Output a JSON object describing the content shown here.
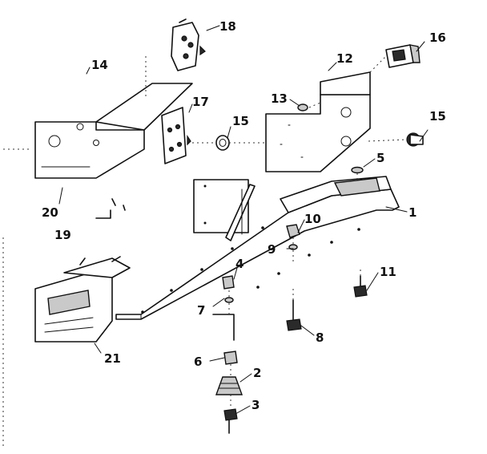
{
  "diagram": {
    "callouts": [
      {
        "id": "1",
        "text": "1"
      },
      {
        "id": "2",
        "text": "2"
      },
      {
        "id": "3",
        "text": "3"
      },
      {
        "id": "4",
        "text": "4"
      },
      {
        "id": "5",
        "text": "5"
      },
      {
        "id": "6",
        "text": "6"
      },
      {
        "id": "7",
        "text": "7"
      },
      {
        "id": "8",
        "text": "8"
      },
      {
        "id": "9",
        "text": "9"
      },
      {
        "id": "10",
        "text": "10"
      },
      {
        "id": "11",
        "text": "11"
      },
      {
        "id": "12",
        "text": "12"
      },
      {
        "id": "13",
        "text": "13"
      },
      {
        "id": "14",
        "text": "14"
      },
      {
        "id": "15a",
        "text": "15"
      },
      {
        "id": "15b",
        "text": "15"
      },
      {
        "id": "16",
        "text": "16"
      },
      {
        "id": "17",
        "text": "17"
      },
      {
        "id": "18",
        "text": "18"
      },
      {
        "id": "19",
        "text": "19"
      },
      {
        "id": "20",
        "text": "20"
      },
      {
        "id": "21",
        "text": "21"
      }
    ]
  }
}
